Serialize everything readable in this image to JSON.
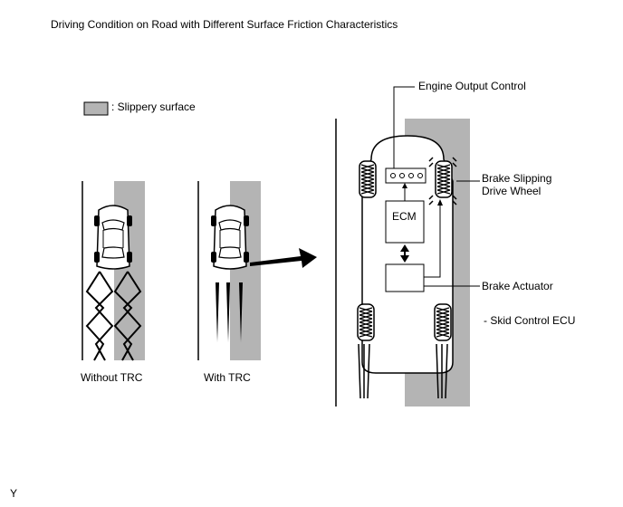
{
  "title": "Driving Condition on Road with Different Surface Friction Characteristics",
  "legend": {
    "label": ": Slippery surface",
    "swatch_color": "#b4b4b4"
  },
  "captions": {
    "without_trc": "Without TRC",
    "with_trc": "With TRC"
  },
  "components": {
    "engine_output_control": "Engine Output Control",
    "brake_slipping_drive_wheel_line1": "Brake Slipping",
    "brake_slipping_drive_wheel_line2": "Drive Wheel",
    "ecm": "ECM",
    "brake_actuator": "Brake Actuator",
    "skid_control_ecu": "- Skid Control ECU"
  },
  "footer_code": "Y",
  "colors": {
    "slippery": "#b4b4b4",
    "line": "#000000",
    "car_fill": "#ffffff"
  }
}
